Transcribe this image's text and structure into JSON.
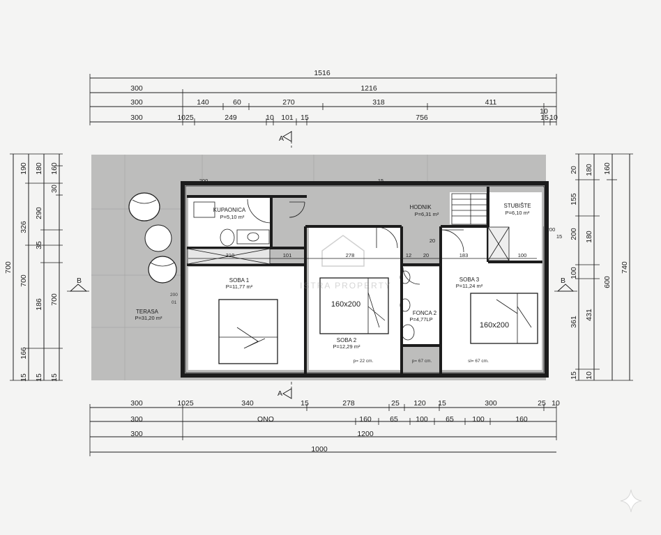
{
  "dimensions": {
    "top": [
      [
        "1516"
      ],
      [
        "300",
        "1216"
      ],
      [
        "300",
        "140",
        "60",
        "270",
        "318",
        "411",
        "10"
      ],
      [
        "300",
        "1025",
        "249",
        "10",
        "101",
        "15",
        "756",
        "15",
        "10"
      ]
    ],
    "bottom": [
      [
        "300",
        "1025",
        "340",
        "15",
        "278",
        "25",
        "120",
        "15",
        "300",
        "25",
        "10"
      ],
      [
        "300",
        "ONO",
        "160",
        "65",
        "100",
        "65",
        "100",
        "160"
      ],
      [
        "300",
        "1200"
      ],
      [
        "1000"
      ]
    ],
    "left": [
      [
        "700"
      ],
      [
        "190",
        "326",
        "700",
        "166",
        "15"
      ],
      [
        "180",
        "290",
        "35",
        "186",
        "15"
      ],
      [
        "160",
        "30",
        "700",
        "15"
      ]
    ],
    "right": [
      [
        "20",
        "155",
        "200",
        "100",
        "361",
        "15"
      ],
      [
        "180",
        "180",
        "431",
        "10"
      ],
      [
        "160",
        "600"
      ],
      [
        "740"
      ]
    ],
    "inner": [
      "310",
      "101",
      "278",
      "12",
      "20",
      "183",
      "100",
      "200",
      "20",
      "15",
      "200",
      "15"
    ]
  },
  "section_marks": {
    "a_top": "A",
    "a_bottom": "A",
    "b_left": "B",
    "b_right": "B"
  },
  "rooms": {
    "kupaonica": {
      "name": "KUPAONICA",
      "area": "P=5,10 m²"
    },
    "hodnik": {
      "name": "HODNIK",
      "area": "P=6,31 m²"
    },
    "stubiste": {
      "name": "STUBIŠTE",
      "area": "P=6,10 m²"
    },
    "soba1": {
      "name": "SOBA 1",
      "area": "P=11,77 m²"
    },
    "soba2": {
      "name": "SOBA 2",
      "area": "P=12,29 m²"
    },
    "soba3": {
      "name": "SOBA 3",
      "area": "P=11,24 m²"
    },
    "terasa": {
      "name": "TERASA",
      "area": "P=31,20 m²"
    },
    "fonca": {
      "name": "FONCA 2",
      "area": "P=4,77LP"
    }
  },
  "beds": {
    "soba2_bed": "160x200",
    "soba3_bed": "160x200"
  },
  "notes": {
    "floor_1": "p= 22 cm.",
    "floor_2": "p= 67 cm.",
    "floor_3": "sl= 67 cm.",
    "door_200": "200",
    "door_01": "01"
  },
  "watermark": {
    "text": "ISTRA PROPERTY"
  }
}
